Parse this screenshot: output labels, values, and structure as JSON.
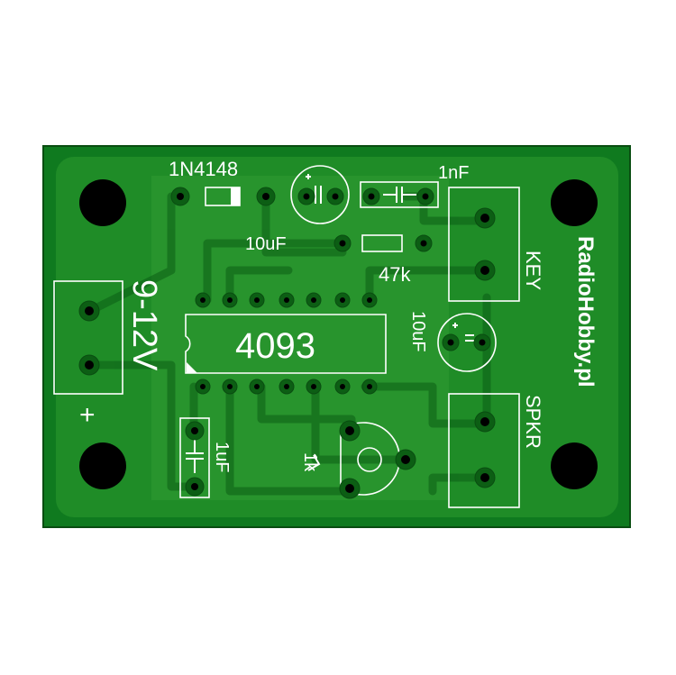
{
  "board": {
    "brand": "RadioHobby.pl",
    "colors": {
      "pcb": "#0f7a1f",
      "copper_pour": "#2e9a2e",
      "trace": "#1c8c26",
      "pad": "#0c5e14",
      "hole": "#000000",
      "silkscreen": "#ffffff"
    },
    "labels": {
      "diode": "1N4148",
      "cap_top": "10uF",
      "cap_1nf": "1nF",
      "resistor": "47k",
      "key": "KEY",
      "ic": "4093",
      "cap_right": "10uF",
      "power": "9-12V",
      "plus": "+",
      "cap_1uf": "1uF",
      "pot": "1k",
      "speaker": "SPKR"
    }
  }
}
